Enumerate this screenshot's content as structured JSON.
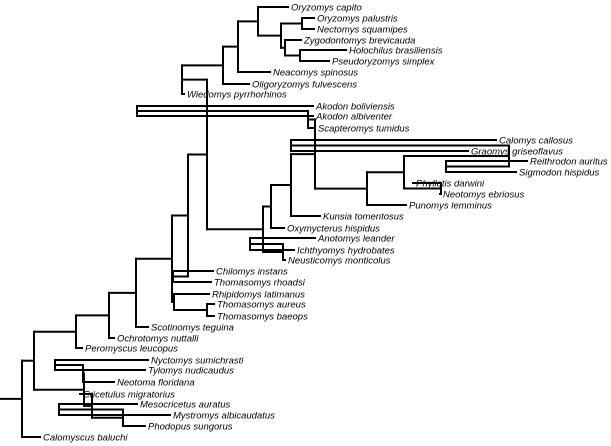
{
  "tree": {
    "branch_color": "#000000",
    "taxa": [
      {
        "id": "oryzomys-capito",
        "label": "Oryzomys capito"
      },
      {
        "id": "oryzomys-palustris",
        "label": "Oryzomys palustris"
      },
      {
        "id": "nectomys-squamipes",
        "label": "Nectomys squamipes"
      },
      {
        "id": "zygodontomys-brevicauda",
        "label": "Zygodontomys brevicauda"
      },
      {
        "id": "holochilus-brasiliensis",
        "label": "Holochilus brasiliensis"
      },
      {
        "id": "pseudoryzomys-simplex",
        "label": "Pseudoryzomys simplex"
      },
      {
        "id": "neacomys-spinosus",
        "label": "Neacomys spinosus"
      },
      {
        "id": "oligoryzomys-fulvescens",
        "label": "Oligoryzomys fulvescens"
      },
      {
        "id": "wiedomys-pyrrhorhinos",
        "label": "Wiedomys pyrrhorhinos"
      },
      {
        "id": "akodon-boliviensis",
        "label": "Akodon boliviensis"
      },
      {
        "id": "akodon-albiventer",
        "label": "Akodon albiventer"
      },
      {
        "id": "scapteromys-tumidus",
        "label": "Scapteromys tumidus"
      },
      {
        "id": "calomys-callosus",
        "label": "Calomys callosus"
      },
      {
        "id": "graomys-griseoflavus",
        "label": "Graomys griseoflavus"
      },
      {
        "id": "reithrodon-auritus",
        "label": "Reithrodon auritus"
      },
      {
        "id": "sigmodon-hispidus",
        "label": "Sigmodon hispidus"
      },
      {
        "id": "phyllotis-darwini",
        "label": "Phyllotis darwini"
      },
      {
        "id": "neotomys-ebriosus",
        "label": "Neotomys ebriosus"
      },
      {
        "id": "punomys-lemminus",
        "label": "Punomys lemminus"
      },
      {
        "id": "kunsia-tomentosus",
        "label": "Kunsia tomentosus"
      },
      {
        "id": "oxymycterus-hispidus",
        "label": "Oxymycterus hispidus"
      },
      {
        "id": "anotomys-leander",
        "label": "Anotomys leander"
      },
      {
        "id": "ichthyomys-hydrobates",
        "label": "Ichthyomys hydrobates"
      },
      {
        "id": "neusticomys-monticolus",
        "label": "Neusticomys monticolus"
      },
      {
        "id": "chilomys-instans",
        "label": "Chilomys instans"
      },
      {
        "id": "thomasomys-rhoadsi",
        "label": "Thomasomys rhoadsi"
      },
      {
        "id": "rhipidomys-latimanus",
        "label": "Rhipidomys latimanus"
      },
      {
        "id": "thomasomys-aureus",
        "label": "Thomasomys aureus"
      },
      {
        "id": "thomasomys-baeops",
        "label": "Thomasomys baeops"
      },
      {
        "id": "scotinomys-teguina",
        "label": "Scotinomys teguina"
      },
      {
        "id": "ochrotomys-nuttalli",
        "label": "Ochrotomys nuttalli"
      },
      {
        "id": "peromyscus-leucopus",
        "label": "Peromyscus leucopus"
      },
      {
        "id": "nyctomys-sumichrasti",
        "label": "Nyctomys sumichrasti"
      },
      {
        "id": "tylomys-nudicaudus",
        "label": "Tylomys nudicaudus"
      },
      {
        "id": "neotoma-floridana",
        "label": "Neotoma floridana"
      },
      {
        "id": "cricetulus-migratorius",
        "label": "Cricetulus migratorius"
      },
      {
        "id": "mesocricetus-auratus",
        "label": "Mesocricetus auratus"
      },
      {
        "id": "mystromys-albicaudatus",
        "label": "Mystromys albicaudatus"
      },
      {
        "id": "phodopus-sungorus",
        "label": "Phodopus sungorus"
      },
      {
        "id": "calomyscus-baluchi",
        "label": "Calomyscus baluchi"
      }
    ],
    "topology": [
      [
        [
          [
            [
              [
                [
                  [
                    [
                      [
                        [
                          [
                            "oryzomys-capito",
                            [
                              [
                                "oryzomys-palustris",
                                "nectomys-squamipes"
                              ],
                              [
                                "zygodontomys-brevicauda",
                                [
                                  "holochilus-brasiliensis",
                                  "pseudoryzomys-simplex"
                                ]
                              ]
                            ]
                          ],
                          "neacomys-spinosus"
                        ],
                        "oligoryzomys-fulvescens"
                      ],
                      "wiedomys-pyrrhorhinos"
                    ],
                    [
                      [
                        [
                          [
                            [
                              [
                                "akodon-boliviensis",
                                "akodon-albiventer"
                              ],
                              "scapteromys-tumidus"
                            ],
                            [
                              [
                                [
                                  [
                                    "calomys-callosus",
                                    "graomys-griseoflavus"
                                  ],
                                  [
                                    "reithrodon-auritus",
                                    "sigmodon-hispidus"
                                  ]
                                ],
                                [
                                  "phyllotis-darwini",
                                  "neotomys-ebriosus"
                                ]
                              ],
                              "punomys-lemminus"
                            ]
                          ],
                          "kunsia-tomentosus"
                        ],
                        "oxymycterus-hispidus"
                      ],
                      [
                        [
                          "anotomys-leander",
                          "ichthyomys-hydrobates"
                        ],
                        "neusticomys-monticolus"
                      ]
                    ]
                  ],
                  [
                    "chilomys-instans",
                    "thomasomys-rhoadsi"
                  ]
                ],
                [
                  "rhipidomys-latimanus",
                  [
                    "thomasomys-aureus",
                    "thomasomys-baeops"
                  ]
                ]
              ],
              "scotinomys-teguina"
            ],
            "ochrotomys-nuttalli"
          ],
          "peromyscus-leucopus"
        ],
        [
          [
            [
              "nyctomys-sumichrasti",
              "tylomys-nudicaudus"
            ],
            "neotoma-floridana"
          ],
          [
            "cricetulus-migratorius",
            [
              [
                "mesocricetus-auratus",
                "mystromys-albicaudatus"
              ],
              "phodopus-sungorus"
            ]
          ]
        ]
      ],
      "calomyscus-baluchi"
    ]
  }
}
